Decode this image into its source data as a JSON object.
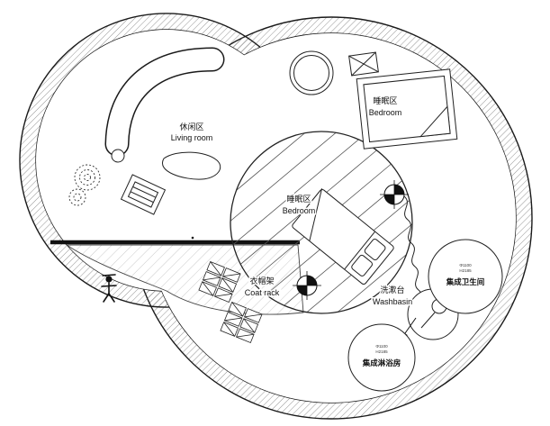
{
  "app": {
    "type": "architectural-floor-plan",
    "shape": "circular-snail-plan"
  },
  "labels": {
    "living_room": {
      "zh": "休闲区",
      "en": "Living room"
    },
    "bedroom_upper": {
      "zh": "睡眠区",
      "en": "Bedroom"
    },
    "bedroom_center": {
      "zh": "睡眠区",
      "en": "Bedroom"
    },
    "coat_rack": {
      "zh": "衣帽架",
      "en": "Coat rack"
    },
    "washbasin": {
      "zh": "洗漱台",
      "en": "Washbasin"
    },
    "bathroom_pod": {
      "title": "集成卫生间",
      "spec1": "Φ1100",
      "spec2": "H2185"
    },
    "shower_pod": {
      "title": "集成淋浴房",
      "spec1": "Φ1100",
      "spec2": "H2185"
    }
  },
  "icons": {
    "survey_marker": "circle-crosshair-target",
    "vent_box": "square-with-x",
    "plant": "dashed-concentric-circles",
    "person": "stick-figure",
    "door_arrow": "filled-arrow",
    "curtain": "wavy-line"
  },
  "colors": {
    "wall_outline": "#1a1a1a",
    "wall_hatch": "#666666",
    "deck_hatch": "#c4c4c4",
    "furniture_line": "#222222",
    "text": "#111111",
    "background": "#ffffff"
  }
}
